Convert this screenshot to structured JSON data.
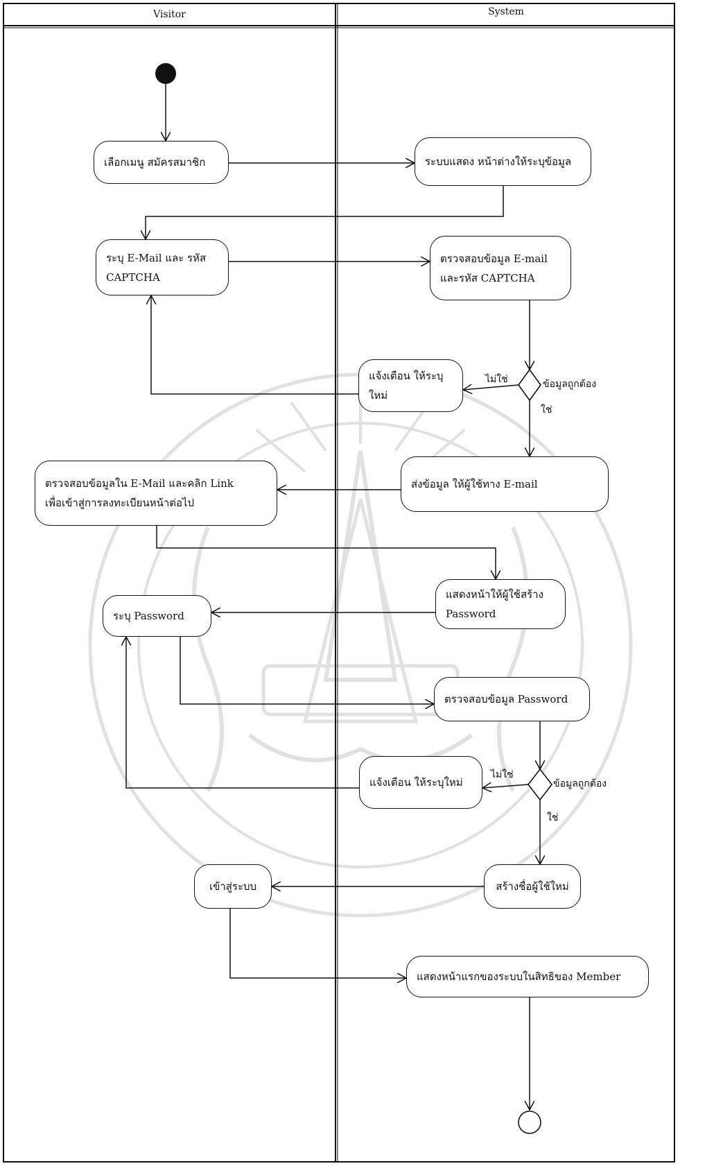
{
  "lanes": {
    "visitor": "Visitor",
    "system": "System"
  },
  "nodes": {
    "select_menu": "เลือกเมนู สมัครสมาชิก",
    "show_form": "ระบบแสดง หน้าต่างให้ระบุข้อมูล",
    "enter_email": "ระบุ E-Mail และ รหัส\nCAPTCHA",
    "check_email": "ตรวจสอบข้อมูล E-mail\nและรหัส CAPTCHA",
    "warn_retry_1": "แจ้งเตือน ให้ระบุใหม่",
    "send_email": "ส่งข้อมูล ให้ผู้ใช้ทาง E-mail",
    "check_email_link": "ตรวจสอบข้อมูลใน E-Mail และคลิก Link\nเพื่อเข้าสู่การลงทะเบียนหน้าต่อไป",
    "show_create_password": "แสดงหน้าให้ผู้ใช้สร้าง\nPassword",
    "enter_password": "ระบุ Password",
    "check_password": "ตรวจสอบข้อมูล Password",
    "warn_retry_2": "แจ้งเตือน ให้ระบุใหม่",
    "create_user": "สร้างชื่อผู้ใช้ใหม่",
    "login": "เข้าสู่ระบบ",
    "show_home": "แสดงหน้าแรกของระบบในสิทธิของ Member"
  },
  "decisions": {
    "d1": {
      "condition": "ข้อมูลถูกต้อง",
      "no": "ไม่ใช่",
      "yes": "ใช่"
    },
    "d2": {
      "condition": "ข้อมูลถูกต้อง",
      "no": "ไม่ใช่",
      "yes": "ใช่"
    }
  },
  "colors": {
    "line": "#111111",
    "start_fill": "#111111",
    "background": "#ffffff"
  },
  "watermark": "มหาวิทยาลัยเทคโนโลยีพระจอมเกล้าเจ้าคุณทหารลาดกระบัง"
}
